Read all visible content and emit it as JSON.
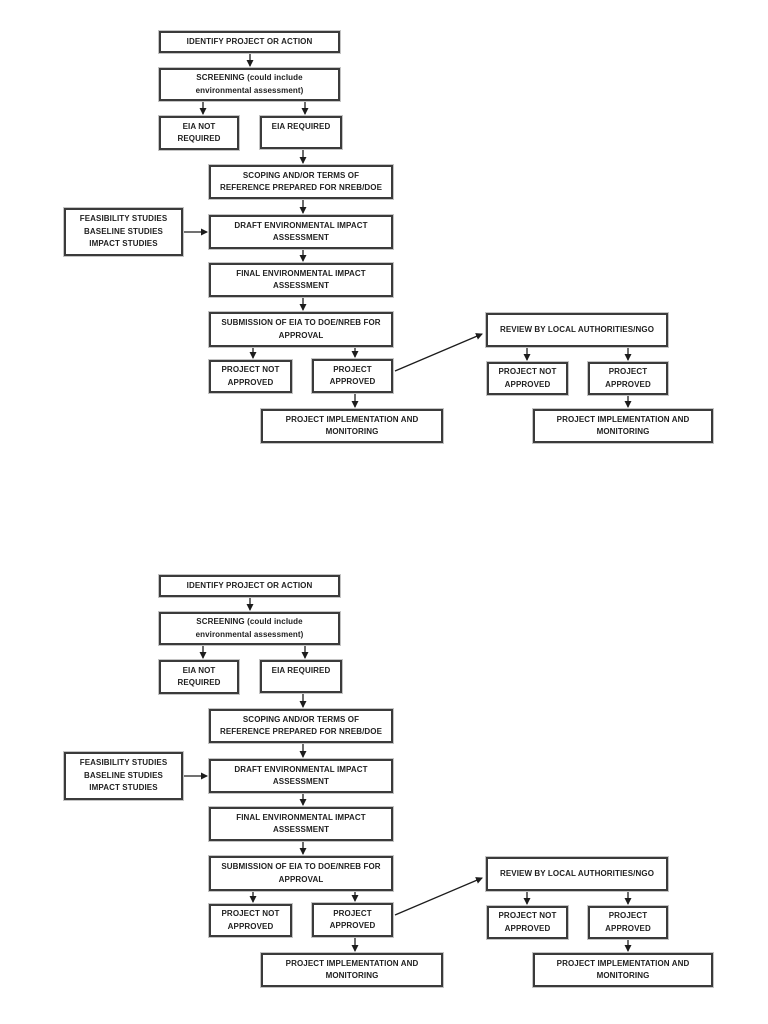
{
  "page": {
    "background_color": "#ffffff",
    "ink_color": "#1f1f1f",
    "box_border_color": "#3b3b3b"
  },
  "flowchart": {
    "type": "flowchart",
    "copies": 2,
    "boxes": {
      "identify": "IDENTIFY PROJECT OR ACTION",
      "screening": "SCREENING (could include\nenvironmental assessment)",
      "eia_not_required": "EIA NOT\nREQUIRED",
      "eia_required": "EIA REQUIRED",
      "scoping": "SCOPING AND/OR TERMS OF\nREFERENCE PREPARED FOR NREB/DOE",
      "feasibility_studies": "FEASIBILITY STUDIES\nBASELINE STUDIES\nIMPACT STUDIES",
      "draft_eia": "DRAFT ENVIRONMENTAL IMPACT\nASSESSMENT",
      "final_eia": "FINAL ENVIRONMENTAL IMPACT\nASSESSMENT",
      "submission": "SUBMISSION OF EIA TO DOE/NREB FOR\nAPPROVAL",
      "project_not_approved": "PROJECT NOT\nAPPROVED",
      "project_approved": "PROJECT\nAPPROVED",
      "implementation": "PROJECT IMPLEMENTATION AND\nMONITORING",
      "review": "REVIEW BY LOCAL AUTHORITIES/NGO"
    },
    "edges": [
      {
        "from": "identify",
        "to": "screening"
      },
      {
        "from": "screening",
        "to": "eia_not_required"
      },
      {
        "from": "screening",
        "to": "eia_required"
      },
      {
        "from": "eia_required",
        "to": "scoping"
      },
      {
        "from": "scoping",
        "to": "draft_eia"
      },
      {
        "from": "feasibility_studies",
        "to": "draft_eia"
      },
      {
        "from": "draft_eia",
        "to": "final_eia"
      },
      {
        "from": "final_eia",
        "to": "submission"
      },
      {
        "from": "submission",
        "to": "project_not_approved_left"
      },
      {
        "from": "submission",
        "to": "project_approved_left"
      },
      {
        "from": "project_approved_left",
        "to": "implementation_left"
      },
      {
        "from": "project_approved_left",
        "to": "review"
      },
      {
        "from": "review",
        "to": "project_not_approved_right"
      },
      {
        "from": "review",
        "to": "project_approved_right"
      },
      {
        "from": "project_approved_right",
        "to": "implementation_right"
      }
    ]
  }
}
